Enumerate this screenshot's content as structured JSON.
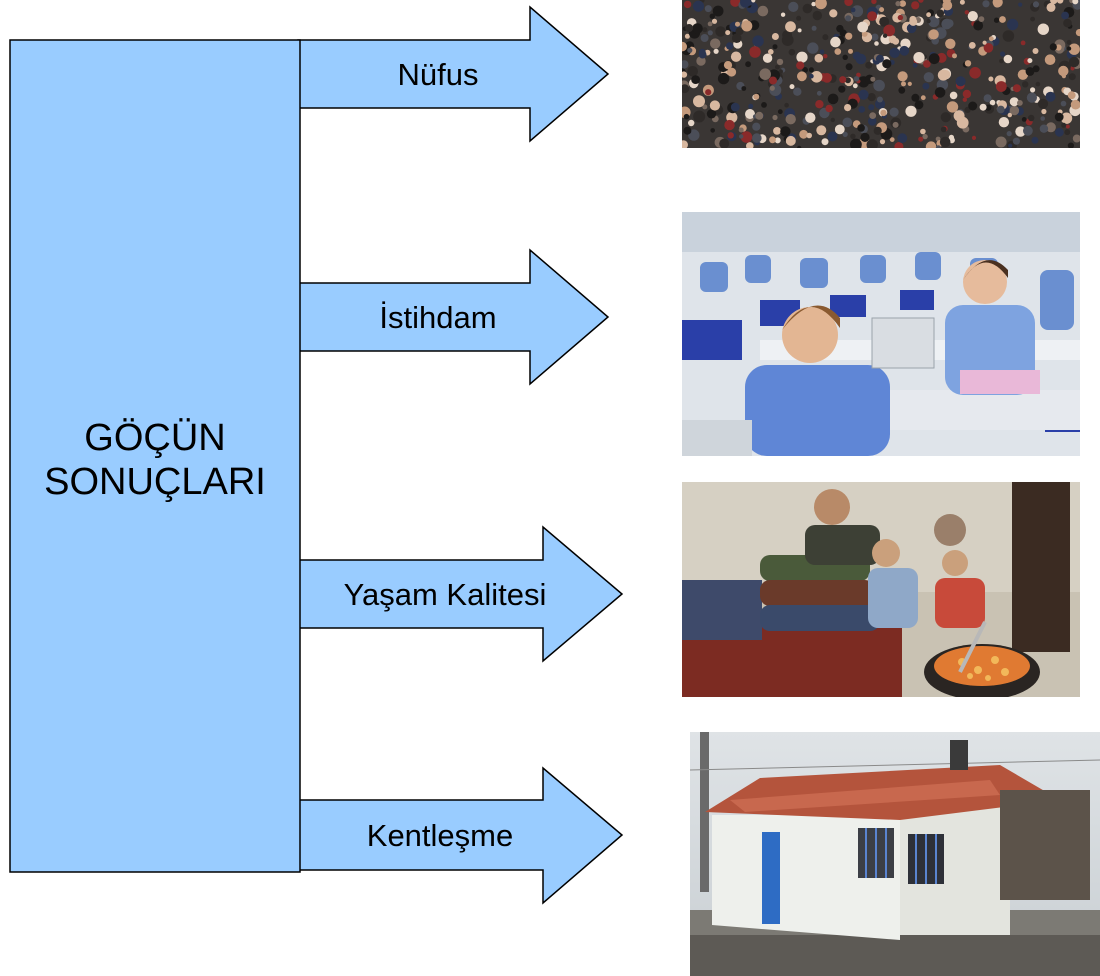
{
  "main_box": {
    "line1": "GÖÇÜN",
    "line2": "SONUÇLARI"
  },
  "arrows": [
    {
      "label": "Nüfus"
    },
    {
      "label": "İstihdam"
    },
    {
      "label": "Yaşam Kalitesi"
    },
    {
      "label": "Kentleşme"
    }
  ],
  "photos": [
    {
      "icon": "crowd-photo"
    },
    {
      "icon": "textile-workers-photo"
    },
    {
      "icon": "poor-family-photo"
    },
    {
      "icon": "shanty-house-photo"
    }
  ],
  "colors": {
    "shape_fill": "#99ccff",
    "outline": "#000000"
  }
}
